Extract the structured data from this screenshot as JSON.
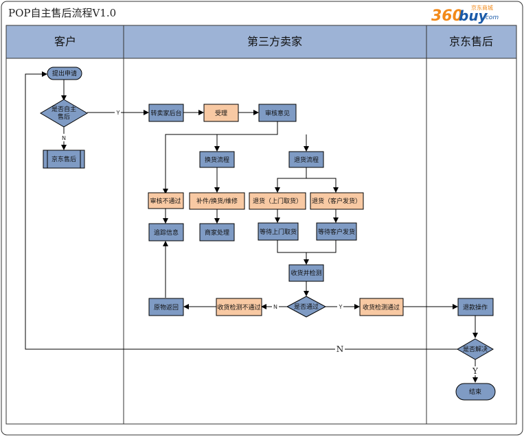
{
  "title": "POP自主售后流程V1.0",
  "logo": {
    "prefix": "360",
    "word": "buy",
    "suffix": ".com",
    "tag": "京东商城",
    "color_orange": "#f28a1a",
    "color_blue": "#1a5aa8"
  },
  "colors": {
    "lane_header": "#9db3d6",
    "blue_node": "#7f9bc4",
    "orange_node": "#f8c9a3",
    "line": "#000000"
  },
  "lanes": [
    {
      "id": "customer",
      "title": "客户"
    },
    {
      "id": "seller",
      "title": "第三方卖家"
    },
    {
      "id": "jd",
      "title": "京东售后"
    }
  ],
  "nodes": {
    "start": "提出申请",
    "self_service": "是否自主售后",
    "jd_service": "京东售后",
    "to_seller": "转卖家后台",
    "accept": "受理",
    "review": "审核意见",
    "exchange_flow": "换货流程",
    "return_flow": "退货流程",
    "review_fail": "审核不通过",
    "parts": "补件/换货/维修",
    "return_pickup": "退货（上门取货）",
    "return_ship": "退货（客户发货）",
    "track": "追踪信息",
    "merchant": "商家处理",
    "wait_pickup": "等待上门取货",
    "wait_ship": "等待客户发货",
    "receive_check": "收货并检测",
    "pass_check": "是否通过",
    "original_return": "原物返回",
    "check_fail": "收货检测不通过",
    "check_pass": "收货检测通过",
    "refund": "退款操作",
    "resolved": "是否解决",
    "end": "结束"
  },
  "edge_labels": {
    "self_yes": "Y",
    "self_no": "N",
    "pass_no": "N",
    "pass_yes": "Y",
    "resolved_no": "N",
    "resolved_yes": "Y"
  }
}
